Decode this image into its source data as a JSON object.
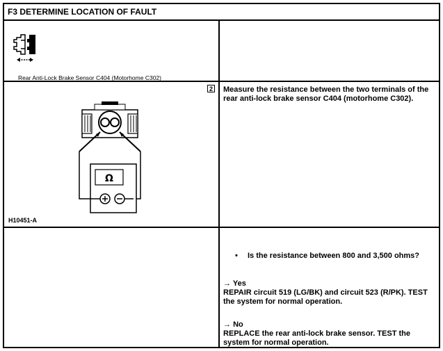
{
  "header": {
    "title": "F3 DETERMINE LOCATION OF FAULT"
  },
  "connector": {
    "caption": "Rear Anti-Lock Brake Sensor C404 (Motorhome C302)"
  },
  "step": {
    "number": "2",
    "figure_id": "H10451-A",
    "ohm_symbol": "Ω",
    "instruction": "Measure the resistance between the two terminals of the rear anti-lock brake sensor C404 (motorhome C302)."
  },
  "result": {
    "question": "Is the resistance between 800 and 3,500 ohms?",
    "yes": {
      "arrow": "→",
      "label": "Yes",
      "text": "REPAIR circuit 519 (LG/BK) and circuit 523 (R/PK). TEST the system for normal operation."
    },
    "no": {
      "arrow": "→",
      "label": "No",
      "text": "REPLACE the rear anti-lock brake sensor. TEST the system for normal operation."
    }
  }
}
